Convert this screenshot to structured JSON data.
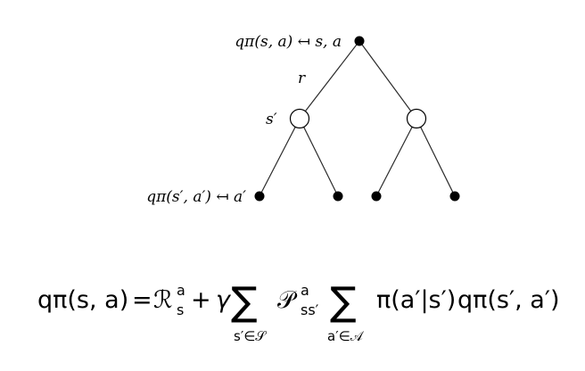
{
  "tree": {
    "root_label": "qπ(s, a) ↤ s, a",
    "edge_label": "r",
    "state_label": "s′",
    "leaf_label": "qπ(s′, a′) ↤ a′"
  },
  "equation": {
    "text": "qπ(s, a) = ℛᵃₛ + γ ∑s′∈𝒮 𝒫ᵃₛₛ′ ∑a′∈𝒜 π(a′|s′)qπ(s′, a′)",
    "lhs": "qπ(s, a)",
    "equals": "=",
    "reward": "ℛ",
    "reward_sup": "a",
    "reward_sub": "s",
    "plus": "+",
    "gamma": "γ",
    "sum1": "∑",
    "sum1_sub": "s′∈𝒮",
    "transition": "𝒫",
    "transition_sup": "a",
    "transition_sub": "ss′",
    "sum2": "∑",
    "sum2_sub": "a′∈𝒜",
    "policy": "π(a′|s′)",
    "q_next": "qπ(s′, a′)"
  }
}
